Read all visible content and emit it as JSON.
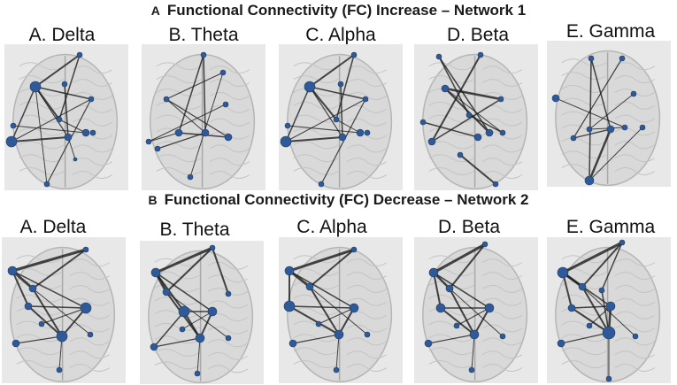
{
  "figure": {
    "rows": [
      {
        "letter": "A",
        "title": "Functional Connectivity (FC) Increase – Network 1",
        "panels": [
          {
            "label": "A. Delta"
          },
          {
            "label": "B. Theta"
          },
          {
            "label": "C. Alpha"
          },
          {
            "label": "D. Beta"
          },
          {
            "label": "E. Gamma"
          }
        ]
      },
      {
        "letter": "B",
        "title": "Functional Connectivity (FC) Decrease – Network 2",
        "panels": [
          {
            "label": "A. Delta"
          },
          {
            "label": "B. Theta"
          },
          {
            "label": "C. Alpha"
          },
          {
            "label": "D. Beta"
          },
          {
            "label": "E. Gamma"
          }
        ]
      }
    ],
    "colors": {
      "node": "#2f5a97",
      "edge": "#1a1a1a",
      "brain": "#d9d9d9",
      "panel_bg": "#e8e8e8"
    }
  }
}
